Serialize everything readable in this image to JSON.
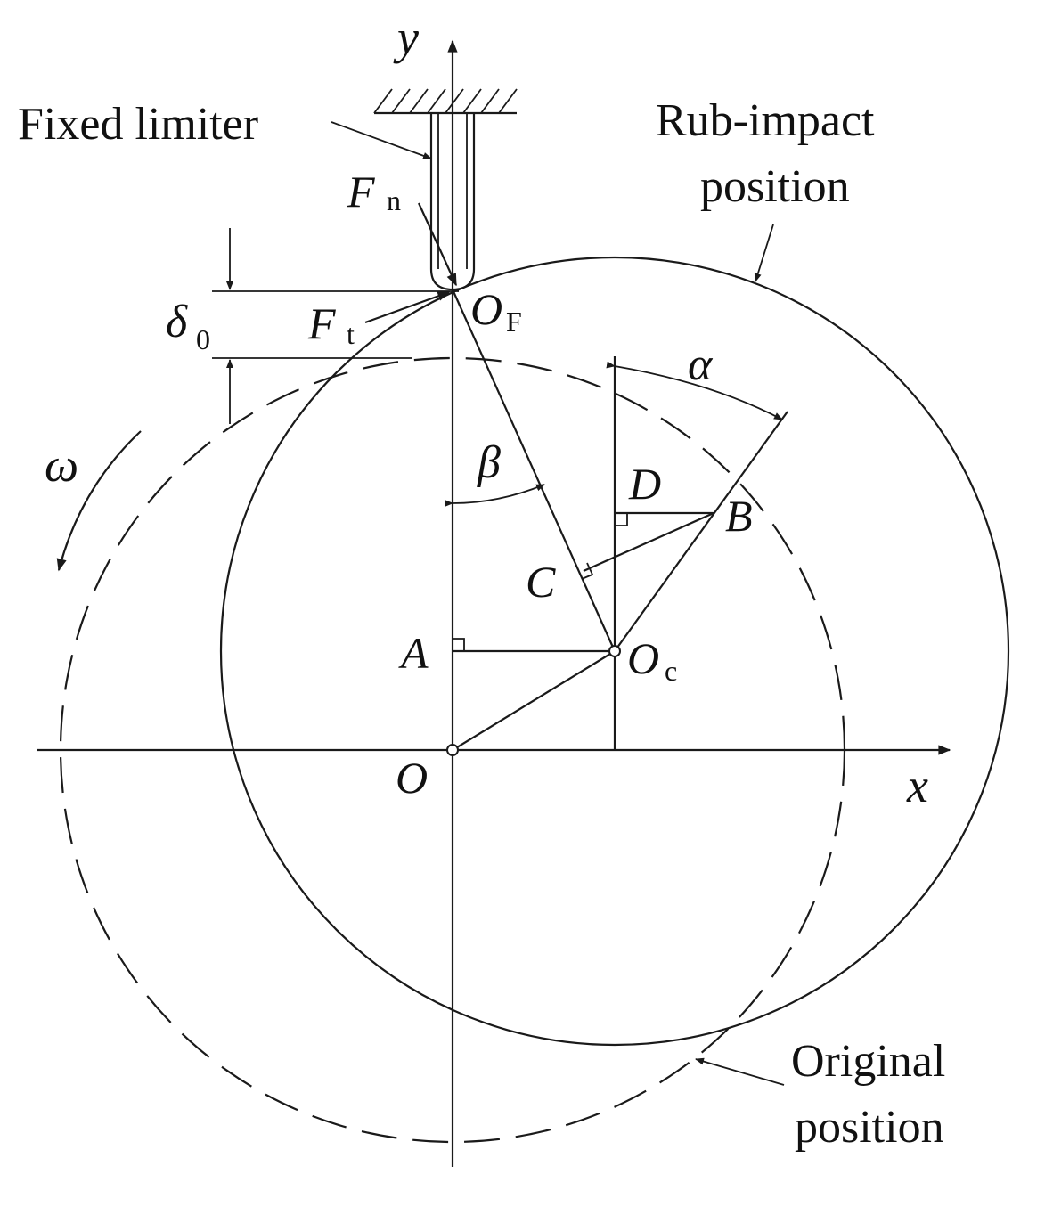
{
  "labels": {
    "fixed_limiter": "Fixed limiter",
    "rub_impact_1": "Rub-impact",
    "rub_impact_2": "position",
    "original_1": "Original",
    "original_2": "position",
    "axis_y": "y",
    "axis_x": "x",
    "origin": "O",
    "fn_main": "F",
    "fn_sub": "n",
    "ft_main": "F",
    "ft_sub": "t",
    "of_main": "O",
    "of_sub": "F",
    "oc_main": "O",
    "oc_sub": "c",
    "delta_main": "δ",
    "delta_sub": "0",
    "omega": "ω",
    "alpha": "α",
    "beta": "β",
    "point_a": "A",
    "point_b": "B",
    "point_c": "C",
    "point_d": "D"
  },
  "colors": {
    "ink": "#1a1a1a",
    "background": "#ffffff"
  }
}
